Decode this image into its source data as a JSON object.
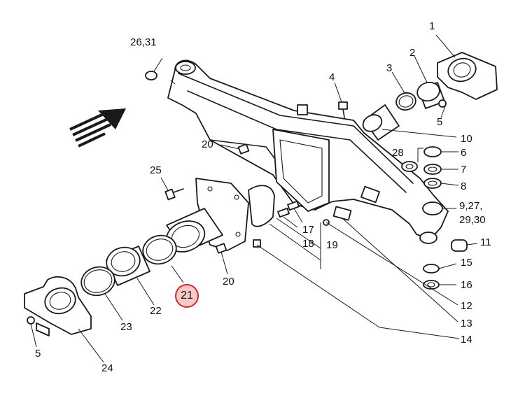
{
  "callouts": {
    "c1": "1",
    "c2": "2",
    "c3": "3",
    "c4": "4",
    "c5a": "5",
    "c5b": "5",
    "c6": "6",
    "c7": "7",
    "c8": "8",
    "c9": "9,27,",
    "c9b": "29,30",
    "c10": "10",
    "c11": "11",
    "c12": "12",
    "c13": "13",
    "c14": "14",
    "c15": "15",
    "c16": "16",
    "c17": "17",
    "c18": "18",
    "c19": "19",
    "c20a": "20",
    "c20b": "20",
    "c21": "21",
    "c22": "22",
    "c23": "23",
    "c24": "24",
    "c25": "25",
    "c26": "26,31",
    "c28": "28"
  },
  "highlight": {
    "callout": "21",
    "fill": "#f7c9c9",
    "stroke": "#d22a2a"
  }
}
